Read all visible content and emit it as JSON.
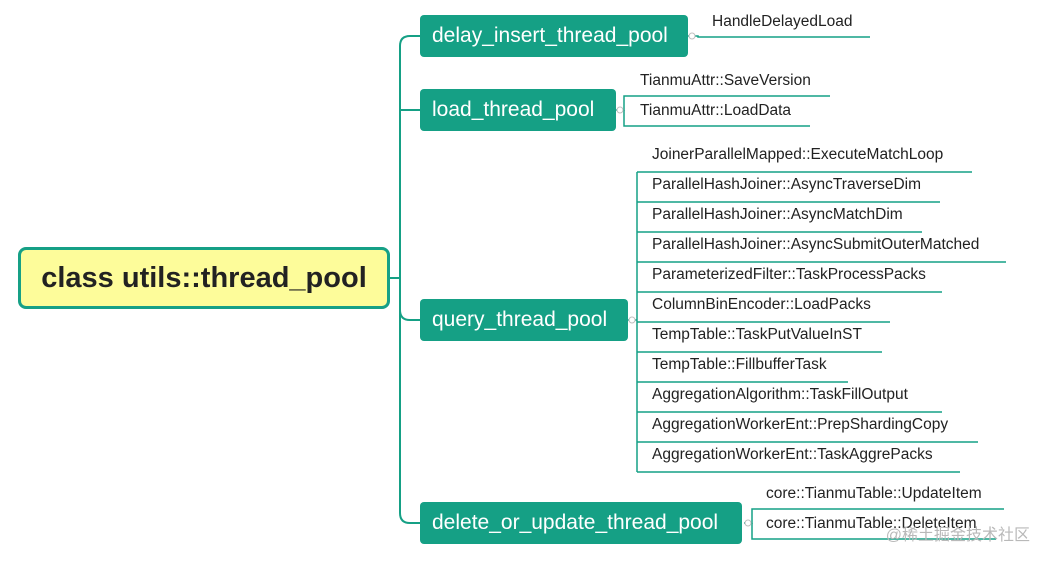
{
  "root": {
    "label": "class utils::thread_pool"
  },
  "pools": [
    {
      "label": "delay_insert_thread_pool",
      "functions": [
        "HandleDelayedLoad"
      ]
    },
    {
      "label": "load_thread_pool",
      "functions": [
        "TianmuAttr::SaveVersion",
        "TianmuAttr::LoadData"
      ]
    },
    {
      "label": "query_thread_pool",
      "functions": [
        "JoinerParallelMapped::ExecuteMatchLoop",
        "ParallelHashJoiner::AsyncTraverseDim",
        "ParallelHashJoiner::AsyncMatchDim",
        "ParallelHashJoiner::AsyncSubmitOuterMatched",
        "ParameterizedFilter::TaskProcessPacks",
        "ColumnBinEncoder::LoadPacks",
        "TempTable::TaskPutValueInST",
        "TempTable::FillbufferTask",
        "AggregationAlgorithm::TaskFillOutput",
        "AggregationWorkerEnt::PrepShardingCopy",
        "AggregationWorkerEnt::TaskAggrePacks"
      ]
    },
    {
      "label": "delete_or_update_thread_pool",
      "functions": [
        "core::TianmuTable::UpdateItem",
        "core::TianmuTable::DeleteItem"
      ]
    }
  ],
  "watermark": "@稀土掘金技术社区",
  "colors": {
    "branch": "#15a085",
    "root_fill": "#fdfc9a",
    "root_border": "#16a086",
    "leaf_text": "#222222"
  }
}
